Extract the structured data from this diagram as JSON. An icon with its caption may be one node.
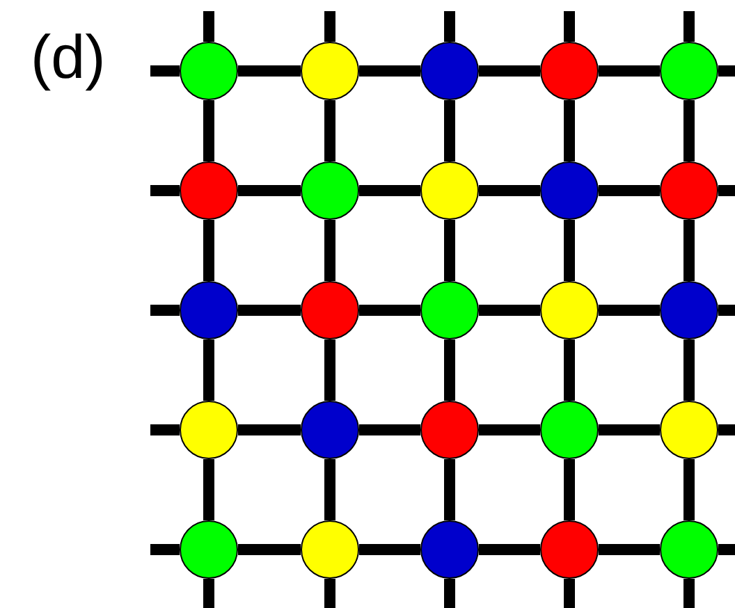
{
  "diagram": {
    "nodes": [
      {
        "text": [],
        "shape": "circle"
      },
      {
        "text": [],
        "shape": "circle"
      },
      {
        "text": [],
        "shape": "circle"
      },
      {
        "text": [],
        "shape": "circle"
      },
      {
        "text": [],
        "shape": "circle"
      },
      {
        "text": [],
        "shape": "circle"
      },
      {
        "text": [],
        "shape": "circle"
      },
      {
        "text": [],
        "shape": "circle"
      },
      {
        "text": [],
        "shape": "circle"
      },
      {
        "text": [],
        "shape": "circle"
      },
      {
        "text": [],
        "shape": "circle"
      },
      {
        "text": [],
        "shape": "circle"
      },
      {
        "text": [],
        "shape": "circle"
      },
      {
        "text": [],
        "shape": "circle"
      },
      {
        "text": [],
        "shape": "circle"
      },
      {
        "text": [],
        "shape": "circle"
      },
      {
        "text": [],
        "shape": "circle"
      },
      {
        "text": [],
        "shape": "circle"
      },
      {
        "text": [],
        "shape": "circle"
      },
      {
        "text": [],
        "shape": "circle"
      },
      {
        "text": [],
        "shape": "circle"
      },
      {
        "text": [],
        "shape": "circle"
      },
      {
        "text": [],
        "shape": "circle"
      },
      {
        "text": [],
        "shape": "circle"
      },
      {
        "text": [],
        "shape": "circle"
      }
    ],
    "edges": [
      {
        "from": 0,
        "to": 1,
        "arrow": "none"
      },
      {
        "from": 1,
        "to": 2,
        "arrow": "none"
      },
      {
        "from": 2,
        "to": 3,
        "arrow": "none"
      },
      {
        "from": 3,
        "to": 4,
        "arrow": "none"
      },
      {
        "from": 5,
        "to": 6,
        "arrow": "none"
      },
      {
        "from": 6,
        "to": 7,
        "arrow": "none"
      },
      {
        "from": 7,
        "to": 8,
        "arrow": "none"
      },
      {
        "from": 8,
        "to": 9,
        "arrow": "none"
      },
      {
        "from": 10,
        "to": 11,
        "arrow": "none"
      },
      {
        "from": 11,
        "to": 12,
        "arrow": "none"
      },
      {
        "from": 12,
        "to": 13,
        "arrow": "none"
      },
      {
        "from": 13,
        "to": 14,
        "arrow": "none"
      },
      {
        "from": 15,
        "to": 16,
        "arrow": "none"
      },
      {
        "from": 16,
        "to": 17,
        "arrow": "none"
      },
      {
        "from": 17,
        "to": 18,
        "arrow": "none"
      },
      {
        "from": 18,
        "to": 19,
        "arrow": "none"
      },
      {
        "from": 20,
        "to": 21,
        "arrow": "none"
      },
      {
        "from": 21,
        "to": 22,
        "arrow": "none"
      },
      {
        "from": 22,
        "to": 23,
        "arrow": "none"
      },
      {
        "from": 23,
        "to": 24,
        "arrow": "none"
      },
      {
        "from": 0,
        "to": 5,
        "arrow": "none"
      },
      {
        "from": 5,
        "to": 10,
        "arrow": "none"
      },
      {
        "from": 10,
        "to": 15,
        "arrow": "none"
      },
      {
        "from": 15,
        "to": 20,
        "arrow": "none"
      },
      {
        "from": 1,
        "to": 6,
        "arrow": "none"
      },
      {
        "from": 6,
        "to": 11,
        "arrow": "none"
      },
      {
        "from": 11,
        "to": 16,
        "arrow": "none"
      },
      {
        "from": 16,
        "to": 21,
        "arrow": "none"
      },
      {
        "from": 2,
        "to": 7,
        "arrow": "none"
      },
      {
        "from": 7,
        "to": 12,
        "arrow": "none"
      },
      {
        "from": 12,
        "to": 17,
        "arrow": "none"
      },
      {
        "from": 17,
        "to": 22,
        "arrow": "none"
      },
      {
        "from": 3,
        "to": 8,
        "arrow": "none"
      },
      {
        "from": 8,
        "to": 13,
        "arrow": "none"
      },
      {
        "from": 13,
        "to": 18,
        "arrow": "none"
      },
      {
        "from": 18,
        "to": 23,
        "arrow": "none"
      },
      {
        "from": 4,
        "to": 9,
        "arrow": "none"
      },
      {
        "from": 9,
        "to": 14,
        "arrow": "none"
      },
      {
        "from": 14,
        "to": 19,
        "arrow": "none"
      },
      {
        "from": 19,
        "to": 24,
        "arrow": "none"
      },
      {
        "from": null,
        "to": 0,
        "arrow": "none"
      },
      {
        "from": null,
        "to": 5,
        "arrow": "none"
      },
      {
        "from": null,
        "to": 10,
        "arrow": "none"
      },
      {
        "from": null,
        "to": 15,
        "arrow": "none"
      },
      {
        "from": null,
        "to": 20,
        "arrow": "none"
      },
      {
        "from": 4,
        "to": null,
        "arrow": "none"
      },
      {
        "from": 9,
        "to": null,
        "arrow": "none"
      },
      {
        "from": 14,
        "to": null,
        "arrow": "none"
      },
      {
        "from": 19,
        "to": null,
        "arrow": "none"
      },
      {
        "from": 24,
        "to": null,
        "arrow": "none"
      },
      {
        "from": null,
        "to": 0,
        "arrow": "none"
      },
      {
        "from": null,
        "to": 1,
        "arrow": "none"
      },
      {
        "from": null,
        "to": 2,
        "arrow": "none"
      },
      {
        "from": null,
        "to": 3,
        "arrow": "none"
      },
      {
        "from": null,
        "to": 4,
        "arrow": "none"
      },
      {
        "from": 20,
        "to": null,
        "arrow": "none"
      },
      {
        "from": 21,
        "to": null,
        "arrow": "none"
      },
      {
        "from": 22,
        "to": null,
        "arrow": "none"
      },
      {
        "from": 23,
        "to": null,
        "arrow": "none"
      },
      {
        "from": 24,
        "to": null,
        "arrow": "none"
      }
    ],
    "labels": [
      "(d)"
    ]
  }
}
